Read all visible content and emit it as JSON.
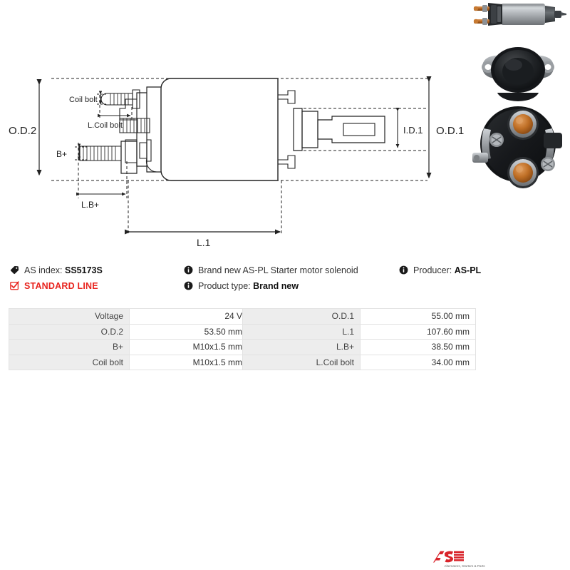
{
  "drawing": {
    "labels": {
      "od2": "O.D.2",
      "od1": "O.D.1",
      "id1": "I.D.1",
      "l1": "L.1",
      "coil_bolt": "Coil bolt",
      "l_coil_bolt": "L.Coil bolt",
      "bplus": "B+",
      "l_bplus": "L.B+"
    }
  },
  "photos": [
    {
      "name": "solenoid-side-view"
    },
    {
      "name": "solenoid-flange-view"
    },
    {
      "name": "solenoid-terminal-end-view"
    }
  ],
  "info": {
    "as_index_label": "AS index:",
    "as_index_value": "SS5173S",
    "standard_line": "STANDARD LINE",
    "description": "Brand new AS-PL Starter motor solenoid",
    "product_type_label": "Product type:",
    "product_type_value": "Brand new",
    "producer_label": "Producer:",
    "producer_value": "AS-PL",
    "icons": {
      "tag": "tag-icon",
      "check": "checkbox-checked-icon",
      "info": "info-icon"
    }
  },
  "logo": {
    "mark": "AS",
    "tagline": "Alternators, Starters & Parts"
  },
  "colors": {
    "brand_red": "#e8251f",
    "label_bg": "#ededed",
    "border": "#e2e2e2",
    "text": "#333333"
  },
  "spec_table_left": [
    {
      "label": "Voltage",
      "value": "24 V"
    },
    {
      "label": "O.D.2",
      "value": "53.50 mm"
    },
    {
      "label": "B+",
      "value": "M10x1.5 mm"
    },
    {
      "label": "Coil bolt",
      "value": "M10x1.5 mm"
    }
  ],
  "spec_table_right": [
    {
      "label": "O.D.1",
      "value": "55.00 mm"
    },
    {
      "label": "L.1",
      "value": "107.60 mm"
    },
    {
      "label": "L.B+",
      "value": "38.50 mm"
    },
    {
      "label": "L.Coil bolt",
      "value": "34.00 mm"
    }
  ]
}
